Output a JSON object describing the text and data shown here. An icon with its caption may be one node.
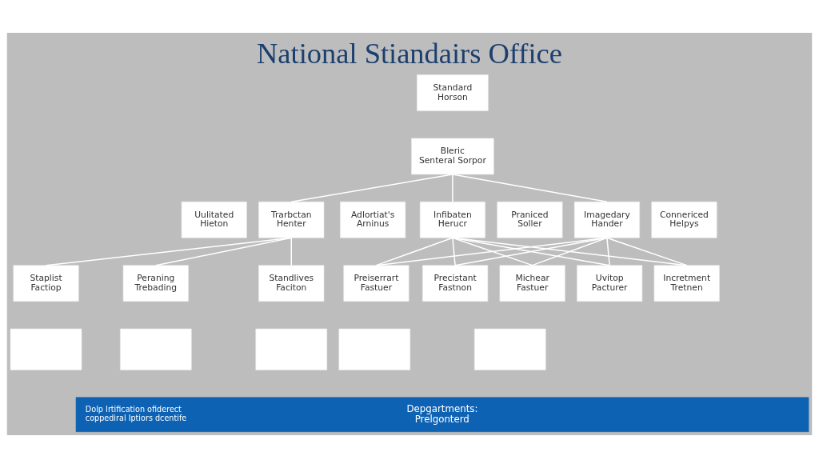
{
  "diagram": {
    "title": "National Stiandairs Office",
    "nodes": [
      {
        "text": [
          "Standard Horson"
        ]
      },
      {
        "text": [
          "Bleric Senteral Sorpor"
        ]
      },
      {
        "text": [
          "Uulitated Hieton"
        ]
      },
      {
        "text": [
          "Trarbctan Henter"
        ]
      },
      {
        "text": [
          "Adlortiat's Arninus"
        ]
      },
      {
        "text": [
          "Infibaten Herucr"
        ]
      },
      {
        "text": [
          "Praniced Soller"
        ]
      },
      {
        "text": [
          "Imagedary Hander"
        ]
      },
      {
        "text": [
          "Connericed Helpys"
        ]
      },
      {
        "text": [
          "Staplist Factiop"
        ]
      },
      {
        "text": [
          "Peraning Trebading"
        ]
      },
      {
        "text": [
          "Standlives Faciton"
        ]
      },
      {
        "text": [
          "Preiserrart Fastuer"
        ]
      },
      {
        "text": [
          "Precistant Fastnon"
        ]
      },
      {
        "text": [
          "Michear Fastuer"
        ]
      },
      {
        "text": [
          "Uvitop Pacturer"
        ]
      },
      {
        "text": [
          "Incretment Tretnen"
        ]
      },
      {
        "text": [],
        "shape": "box"
      },
      {
        "text": [],
        "shape": "box"
      },
      {
        "text": [],
        "shape": "box"
      },
      {
        "text": [],
        "shape": "box"
      },
      {
        "text": [],
        "shape": "box"
      },
      {
        "text": [
          "Dolp Irtification ofiderect coppediral Iptiors dcentife",
          "Depgartments:",
          "Prelgonterd"
        ]
      }
    ],
    "edges": [
      {
        "from": 1,
        "to": 3,
        "arrow": "none"
      },
      {
        "from": 1,
        "to": 5,
        "arrow": "none"
      },
      {
        "from": 1,
        "to": 7,
        "arrow": "none"
      },
      {
        "from": 3,
        "to": 9,
        "arrow": "none"
      },
      {
        "from": 3,
        "to": 10,
        "arrow": "none"
      },
      {
        "from": 3,
        "to": 11,
        "arrow": "none"
      },
      {
        "from": 5,
        "to": 12,
        "arrow": "none"
      },
      {
        "from": 5,
        "to": 13,
        "arrow": "none"
      },
      {
        "from": 5,
        "to": 14,
        "arrow": "none"
      },
      {
        "from": 5,
        "to": 15,
        "arrow": "none"
      },
      {
        "from": 5,
        "to": 16,
        "arrow": "none"
      },
      {
        "from": 7,
        "to": 12,
        "arrow": "none"
      },
      {
        "from": 7,
        "to": 13,
        "arrow": "none"
      },
      {
        "from": 7,
        "to": 14,
        "arrow": "none"
      },
      {
        "from": 7,
        "to": 15,
        "arrow": "none"
      },
      {
        "from": 7,
        "to": 16,
        "arrow": "none"
      }
    ]
  }
}
